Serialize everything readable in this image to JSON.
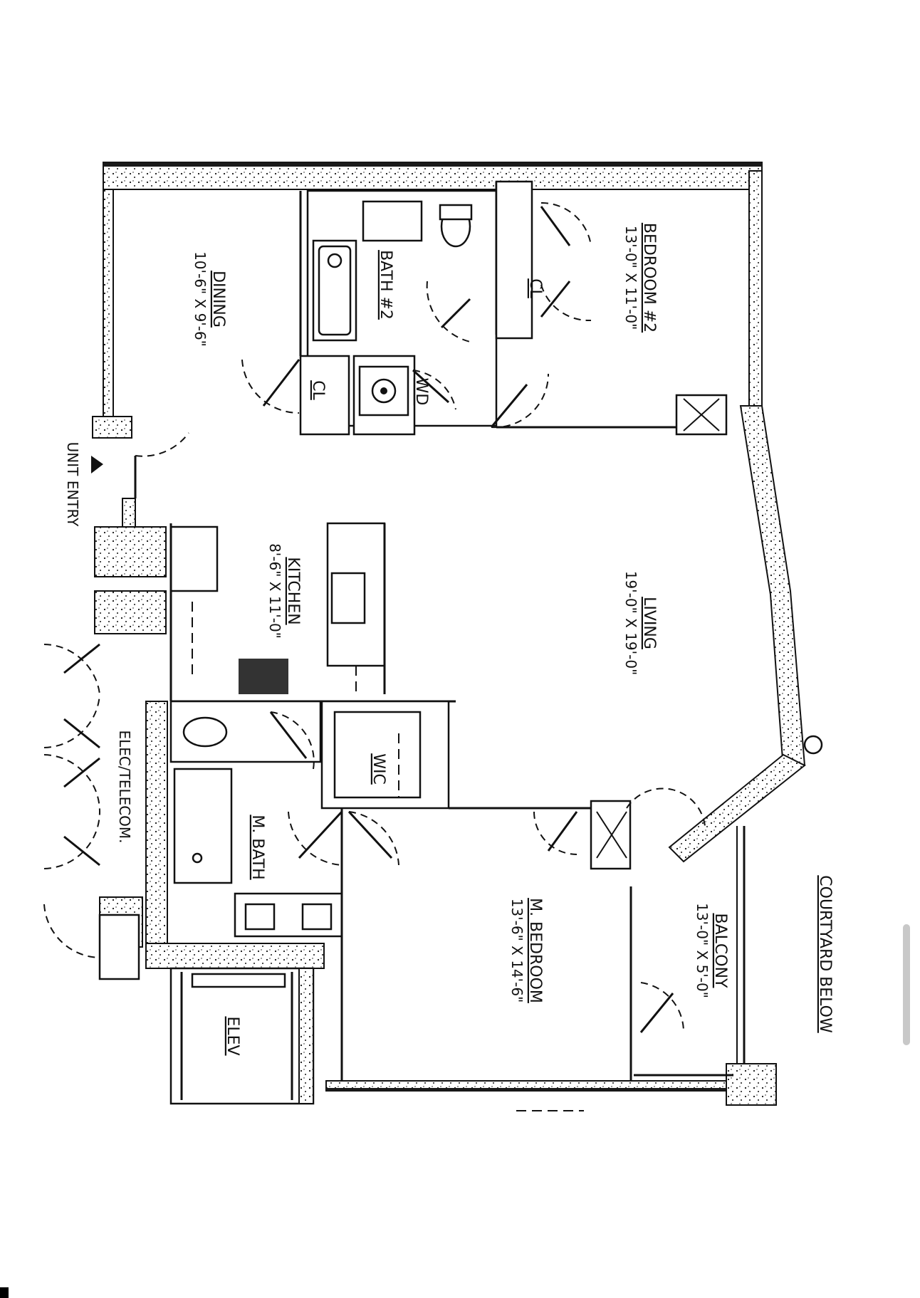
{
  "plan": {
    "rooms": {
      "bedroom2": {
        "name": "BEDROOM #2",
        "dims": "13'-0\" X 11'-0\""
      },
      "dining": {
        "name": "DINING",
        "dims": "10'-6\" X 9'-6\""
      },
      "bath2": {
        "name": "BATH #2"
      },
      "closet1": {
        "name": "CL"
      },
      "closet2": {
        "name": "CL"
      },
      "wd": {
        "name": "WD"
      },
      "kitchen": {
        "name": "KITCHEN",
        "dims": "8'-6\" X 11'-0\""
      },
      "living": {
        "name": "LIVING",
        "dims": "19'-0\" X 19'-0\""
      },
      "wic": {
        "name": "WIC"
      },
      "mbath": {
        "name": "M. BATH"
      },
      "mbedroom": {
        "name": "M. BEDROOM",
        "dims": "13'-6\" X 14'-6\""
      },
      "balcony": {
        "name": "BALCONY",
        "dims": "13'-0\" X 5'-0\""
      },
      "elev": {
        "name": "ELEV"
      },
      "elec": {
        "name": "ELEC/TELECOM."
      }
    },
    "unit_entry": "UNIT ENTRY",
    "courtyard": "COURTYARD BELOW"
  }
}
